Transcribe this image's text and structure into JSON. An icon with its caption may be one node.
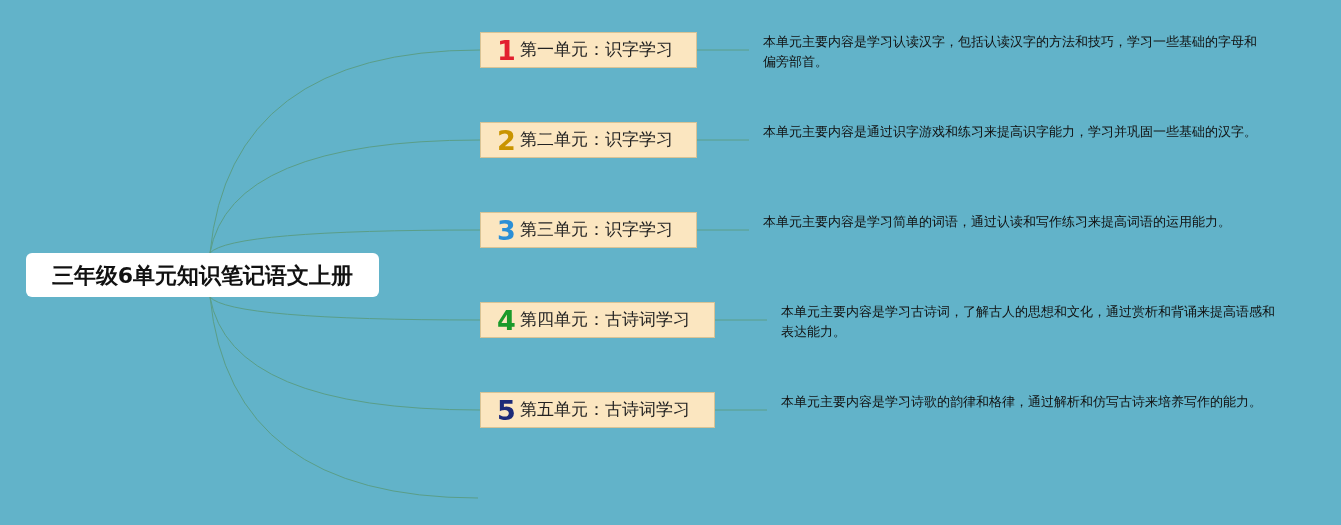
{
  "diagram": {
    "nodes": [
      {
        "text": [
          "三年级6单元知识笔记语文上册"
        ]
      },
      {
        "text": [
          "1",
          "第一单元：识字学习"
        ]
      },
      {
        "text": [
          "本单元主要内容是学习认读汉字，包括认读汉字的方法和技巧，学习一些基础的字母和偏旁部首。"
        ]
      },
      {
        "text": [
          "2",
          "第二单元：识字学习"
        ]
      },
      {
        "text": [
          "本单元主要内容是通过识字游戏和练习来提高识字能力，学习并巩固一些基础的汉字。"
        ]
      },
      {
        "text": [
          "3",
          "第三单元：识字学习"
        ]
      },
      {
        "text": [
          "本单元主要内容是学习简单的词语，通过认读和写作练习来提高词语的运用能力。"
        ]
      },
      {
        "text": [
          "4",
          "第四单元：古诗词学习"
        ]
      },
      {
        "text": [
          "本单元主要内容是学习古诗词，了解古人的思想和文化，通过赏析和背诵来提高语感和表达能力。"
        ]
      },
      {
        "text": [
          "5",
          "第五单元：古诗词学习"
        ]
      },
      {
        "text": [
          "本单元主要内容是学习诗歌的韵律和格律，通过解析和仿写古诗来培养写作的能力。"
        ]
      }
    ],
    "edges": [
      {
        "from": 0,
        "to": 1,
        "arrow": "none"
      },
      {
        "from": 0,
        "to": 3,
        "arrow": "none"
      },
      {
        "from": 0,
        "to": 5,
        "arrow": "none"
      },
      {
        "from": 0,
        "to": 7,
        "arrow": "none"
      },
      {
        "from": 0,
        "to": 9,
        "arrow": "none"
      },
      {
        "from": 0,
        "to": null,
        "arrow": "none"
      },
      {
        "from": 1,
        "to": 2,
        "arrow": "none"
      },
      {
        "from": 3,
        "to": 4,
        "arrow": "none"
      },
      {
        "from": 5,
        "to": 6,
        "arrow": "none"
      },
      {
        "from": 7,
        "to": 8,
        "arrow": "none"
      },
      {
        "from": 9,
        "to": 10,
        "arrow": "none"
      }
    ]
  }
}
